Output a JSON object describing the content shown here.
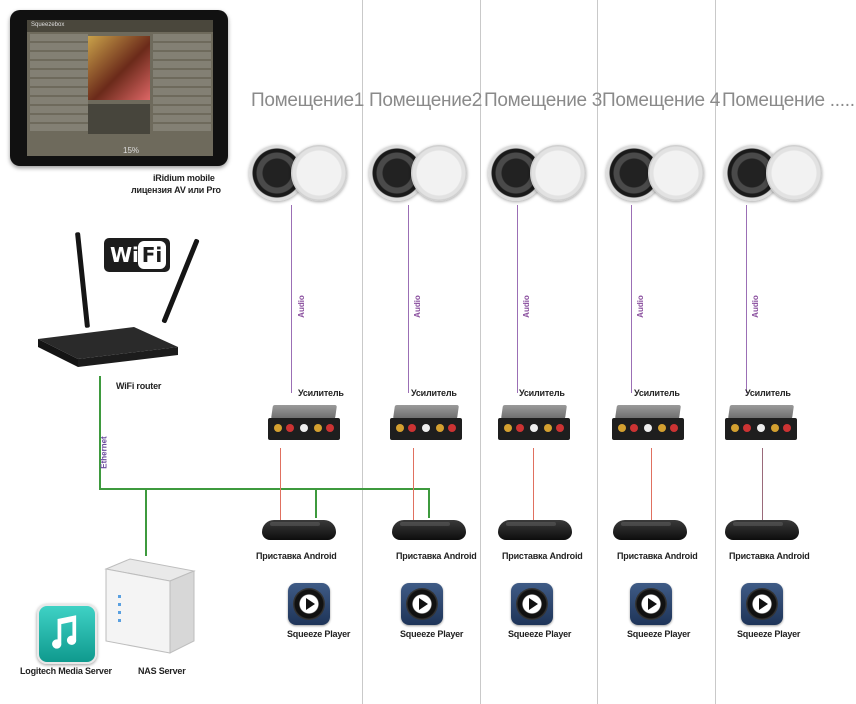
{
  "rooms": [
    {
      "title": "Помещение1"
    },
    {
      "title": "Помещение2"
    },
    {
      "title": "Помещение 3"
    },
    {
      "title": "Помещение 4"
    },
    {
      "title": "Помещение ......"
    }
  ],
  "labels": {
    "audio": "Audio",
    "amplifier": "Усилитель",
    "android_box": "Приставка Android",
    "squeeze_player": "Squeeze Player",
    "ethernet": "Ethernet",
    "wifi_router": "WiFi router",
    "nas_server": "NAS Server",
    "lms": "Logitech Media Server",
    "iridium_line1": "iRidium mobile",
    "iridium_line2": "лицензия AV или Pro",
    "wifi_wi": "Wi",
    "wifi_fi": "Fi"
  },
  "tablet": {
    "app_header": "Squeezebox",
    "volume": "15%"
  },
  "colors": {
    "audio_line": "#9b6fb5",
    "signal_line": "#e07060",
    "ethernet_line": "#3e9a3e",
    "room_title": "#8a8a8a",
    "divider": "#c9c9c9"
  }
}
